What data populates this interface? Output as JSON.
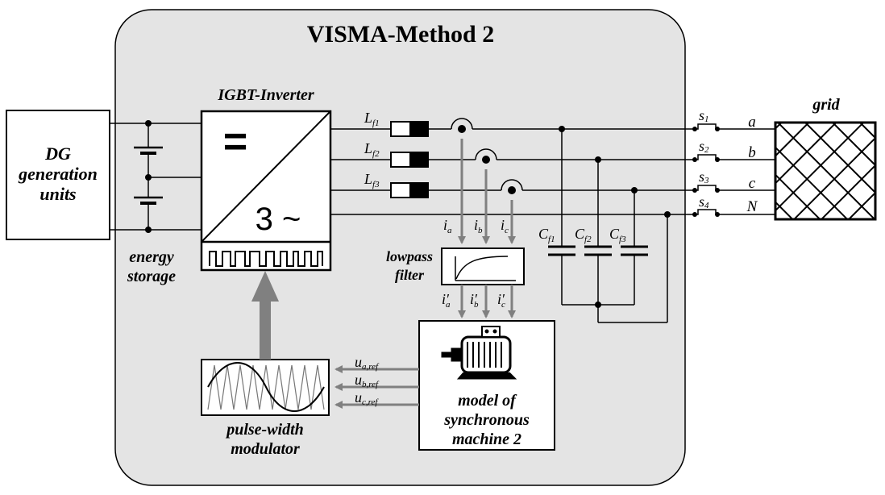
{
  "title": "VISMA-Method 2",
  "dg_label": [
    "DG",
    "generation",
    "units"
  ],
  "energy_storage_label": [
    "energy",
    "storage"
  ],
  "inverter": {
    "title": "IGBT-Inverter",
    "dc_symbol": "=",
    "ac_symbol": "3 ~"
  },
  "filter_inductors": [
    {
      "main": "L",
      "sub": "f1"
    },
    {
      "main": "L",
      "sub": "f2"
    },
    {
      "main": "L",
      "sub": "f3"
    }
  ],
  "currents": [
    {
      "main": "i",
      "sub": "a"
    },
    {
      "main": "i",
      "sub": "b"
    },
    {
      "main": "i",
      "sub": "c"
    }
  ],
  "filtered_currents": [
    {
      "main": "i′",
      "sub": "a"
    },
    {
      "main": "i′",
      "sub": "b"
    },
    {
      "main": "i′",
      "sub": "c"
    }
  ],
  "lowpass_label": [
    "lowpass",
    "filter"
  ],
  "capacitors": [
    {
      "main": "C",
      "sub": "f1"
    },
    {
      "main": "C",
      "sub": "f2"
    },
    {
      "main": "C",
      "sub": "f3"
    }
  ],
  "switches": [
    {
      "main": "s",
      "sub": "1"
    },
    {
      "main": "s",
      "sub": "2"
    },
    {
      "main": "s",
      "sub": "3"
    },
    {
      "main": "s",
      "sub": "4"
    }
  ],
  "phases": [
    "a",
    "b",
    "c",
    "N"
  ],
  "grid_label": "grid",
  "voltage_refs": [
    {
      "main": "u",
      "sub": "a,ref"
    },
    {
      "main": "u",
      "sub": "b,ref"
    },
    {
      "main": "u",
      "sub": "c,ref"
    }
  ],
  "pwm_label": [
    "pulse-width",
    "modulator"
  ],
  "model_label": [
    "model of",
    "synchronous",
    "machine 2"
  ],
  "colors": {
    "panel": "#e4e4e4",
    "arrow": "#808080",
    "line": "#000000"
  }
}
